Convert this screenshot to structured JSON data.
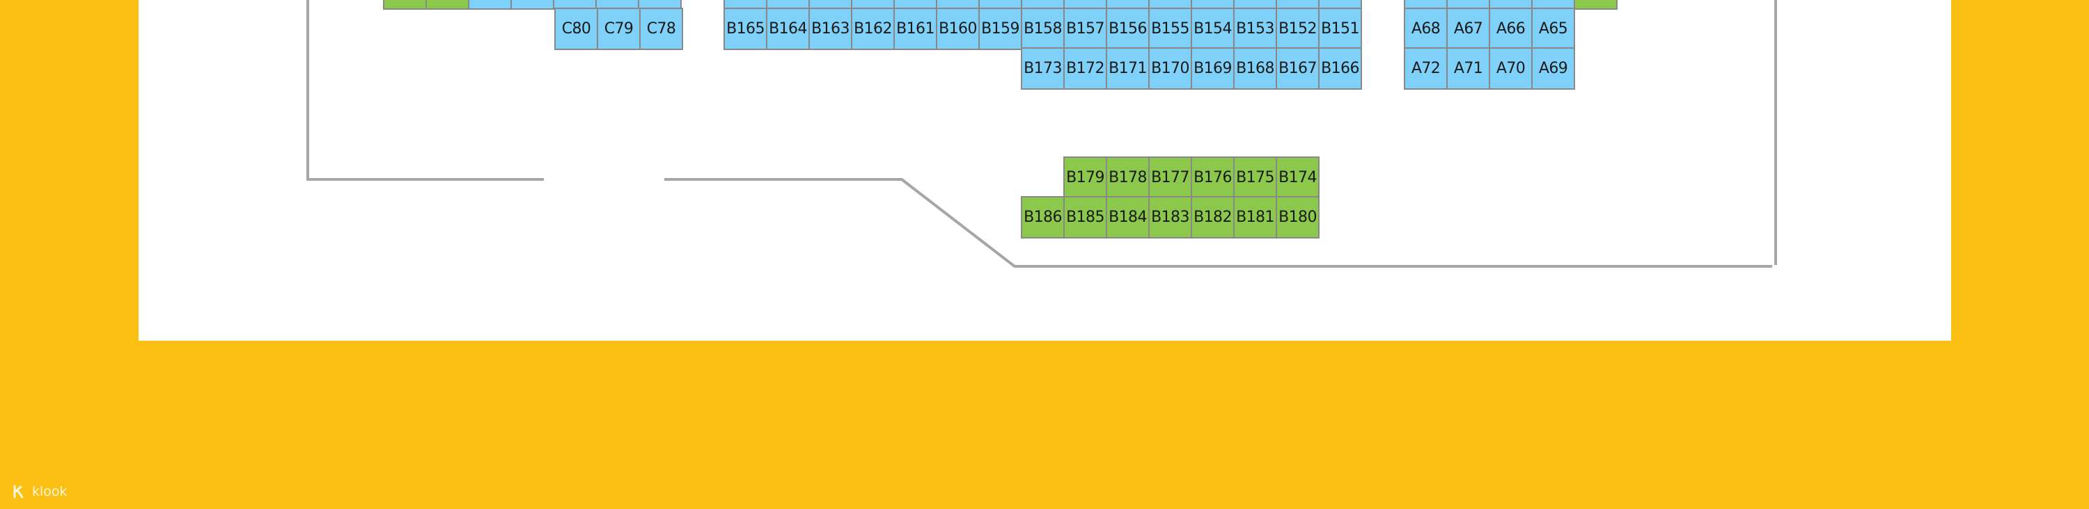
{
  "colors": {
    "background": "#FBC013",
    "card": "#FFFFFF",
    "stall_available": "#7FD1FA",
    "stall_green": "#8CC84B",
    "stall_border": "#888888",
    "wall": "#A6A6A6"
  },
  "watermark": {
    "brand": "klook",
    "icon": "klook-logo-icon"
  },
  "rows": [
    {
      "id": "partial-top-left",
      "stalls": [
        {
          "label": "",
          "color": "green"
        },
        {
          "label": "",
          "color": "green"
        },
        {
          "label": "",
          "color": "blue"
        },
        {
          "label": "",
          "color": "blue"
        },
        {
          "label": "",
          "color": "blue"
        },
        {
          "label": "",
          "color": "blue"
        },
        {
          "label": "",
          "color": "blue"
        }
      ]
    },
    {
      "id": "partial-top-b",
      "stalls": [
        {
          "label": "",
          "color": "blue"
        },
        {
          "label": "",
          "color": "blue"
        },
        {
          "label": "",
          "color": "blue"
        },
        {
          "label": "",
          "color": "blue"
        },
        {
          "label": "",
          "color": "blue"
        },
        {
          "label": "",
          "color": "blue"
        },
        {
          "label": "",
          "color": "blue"
        },
        {
          "label": "",
          "color": "blue"
        },
        {
          "label": "",
          "color": "blue"
        },
        {
          "label": "",
          "color": "blue"
        },
        {
          "label": "",
          "color": "blue"
        },
        {
          "label": "",
          "color": "blue"
        },
        {
          "label": "",
          "color": "blue"
        },
        {
          "label": "",
          "color": "blue"
        },
        {
          "label": "",
          "color": "blue"
        }
      ]
    },
    {
      "id": "partial-top-a",
      "stalls": [
        {
          "label": "",
          "color": "blue"
        },
        {
          "label": "",
          "color": "blue"
        },
        {
          "label": "",
          "color": "blue"
        },
        {
          "label": "",
          "color": "blue"
        },
        {
          "label": "",
          "color": "green"
        }
      ]
    },
    {
      "id": "row-c-78-80",
      "stalls": [
        {
          "label": "C80",
          "color": "blue"
        },
        {
          "label": "C79",
          "color": "blue"
        },
        {
          "label": "C78",
          "color": "blue"
        }
      ]
    },
    {
      "id": "row-b-151-165",
      "stalls": [
        {
          "label": "B165",
          "color": "blue"
        },
        {
          "label": "B164",
          "color": "blue"
        },
        {
          "label": "B163",
          "color": "blue"
        },
        {
          "label": "B162",
          "color": "blue"
        },
        {
          "label": "B161",
          "color": "blue"
        },
        {
          "label": "B160",
          "color": "blue"
        },
        {
          "label": "B159",
          "color": "blue"
        },
        {
          "label": "B158",
          "color": "blue"
        },
        {
          "label": "B157",
          "color": "blue"
        },
        {
          "label": "B156",
          "color": "blue"
        },
        {
          "label": "B155",
          "color": "blue"
        },
        {
          "label": "B154",
          "color": "blue"
        },
        {
          "label": "B153",
          "color": "blue"
        },
        {
          "label": "B152",
          "color": "blue"
        },
        {
          "label": "B151",
          "color": "blue"
        }
      ]
    },
    {
      "id": "row-a-65-68",
      "stalls": [
        {
          "label": "A68",
          "color": "blue"
        },
        {
          "label": "A67",
          "color": "blue"
        },
        {
          "label": "A66",
          "color": "blue"
        },
        {
          "label": "A65",
          "color": "blue"
        }
      ]
    },
    {
      "id": "row-b-166-173",
      "stalls": [
        {
          "label": "B173",
          "color": "blue"
        },
        {
          "label": "B172",
          "color": "blue"
        },
        {
          "label": "B171",
          "color": "blue"
        },
        {
          "label": "B170",
          "color": "blue"
        },
        {
          "label": "B169",
          "color": "blue"
        },
        {
          "label": "B168",
          "color": "blue"
        },
        {
          "label": "B167",
          "color": "blue"
        },
        {
          "label": "B166",
          "color": "blue"
        }
      ]
    },
    {
      "id": "row-a-69-72",
      "stalls": [
        {
          "label": "A72",
          "color": "blue"
        },
        {
          "label": "A71",
          "color": "blue"
        },
        {
          "label": "A70",
          "color": "blue"
        },
        {
          "label": "A69",
          "color": "blue"
        }
      ]
    },
    {
      "id": "row-b-174-179",
      "stalls": [
        {
          "label": "B179",
          "color": "green"
        },
        {
          "label": "B178",
          "color": "green"
        },
        {
          "label": "B177",
          "color": "green"
        },
        {
          "label": "B176",
          "color": "green"
        },
        {
          "label": "B175",
          "color": "green"
        },
        {
          "label": "B174",
          "color": "green"
        }
      ]
    },
    {
      "id": "row-b-180-186",
      "stalls": [
        {
          "label": "B186",
          "color": "green"
        },
        {
          "label": "B185",
          "color": "green"
        },
        {
          "label": "B184",
          "color": "green"
        },
        {
          "label": "B183",
          "color": "green"
        },
        {
          "label": "B182",
          "color": "green"
        },
        {
          "label": "B181",
          "color": "green"
        },
        {
          "label": "B180",
          "color": "green"
        }
      ]
    }
  ]
}
